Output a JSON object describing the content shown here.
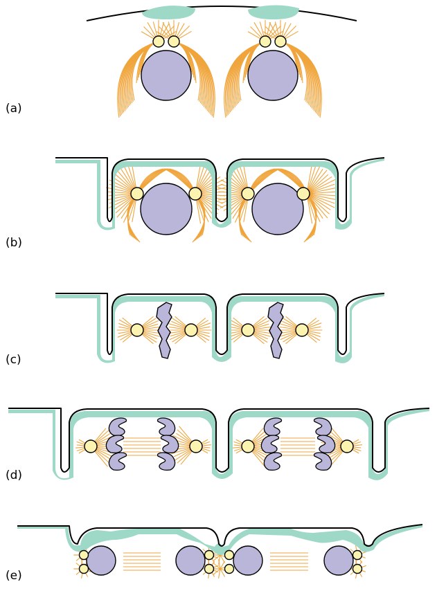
{
  "labels": {
    "a": "(a)",
    "b": "(b)",
    "c": "(c)",
    "d": "(d)",
    "e": "(e)"
  },
  "colors": {
    "fiber": "#f0a53c",
    "nucleus": "#b9b6da",
    "centrosome": "#fbf4b0",
    "membrane": "#9ed8c6",
    "outline": "#000000"
  }
}
